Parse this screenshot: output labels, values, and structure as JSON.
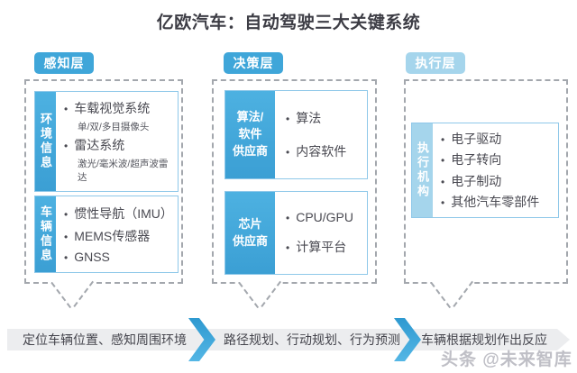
{
  "title": "亿欧汽车：自动驾驶三大关键系统",
  "glyphs": {
    "bullet": "•"
  },
  "colors": {
    "accent_blue": "#3fa6d9",
    "light_blue": "#a5d5ec",
    "label_blue": "#47acde",
    "bar_gray": "#ecedef",
    "dash_gray": "#a3a7ad",
    "text_dark": "#4a4a52"
  },
  "watermark": "头条 @未来智库",
  "columns": [
    {
      "header": "感知层",
      "boxes": [
        {
          "label": "环境信息",
          "items": [
            {
              "text": "车载视觉系统",
              "note": "单/双/多目摄像头"
            },
            {
              "text": "雷达系统",
              "note": "激光/毫米波/超声波雷达"
            }
          ]
        },
        {
          "label": "车辆信息",
          "items": [
            {
              "text": "惯性导航（IMU）"
            },
            {
              "text": "MEMS传感器"
            },
            {
              "text": "GNSS"
            }
          ]
        }
      ],
      "flow_text": "定位车辆位置、感知周围环境"
    },
    {
      "header": "决策层",
      "boxes": [
        {
          "label": "算法/\n软件\n供应商",
          "items": [
            {
              "text": "算法"
            },
            {
              "text": "内容软件"
            }
          ]
        },
        {
          "label": "芯片\n供应商",
          "items": [
            {
              "text": "CPU/GPU"
            },
            {
              "text": "计算平台"
            }
          ]
        }
      ],
      "flow_text": "路径规划、行动规划、行为预测"
    },
    {
      "header": "执行层",
      "boxes": [
        {
          "label": "执行机构",
          "items": [
            {
              "text": "电子驱动"
            },
            {
              "text": "电子转向"
            },
            {
              "text": "电子制动"
            },
            {
              "text": "其他汽车零部件"
            }
          ]
        }
      ],
      "flow_text": "车辆根据规划作出反应"
    }
  ]
}
